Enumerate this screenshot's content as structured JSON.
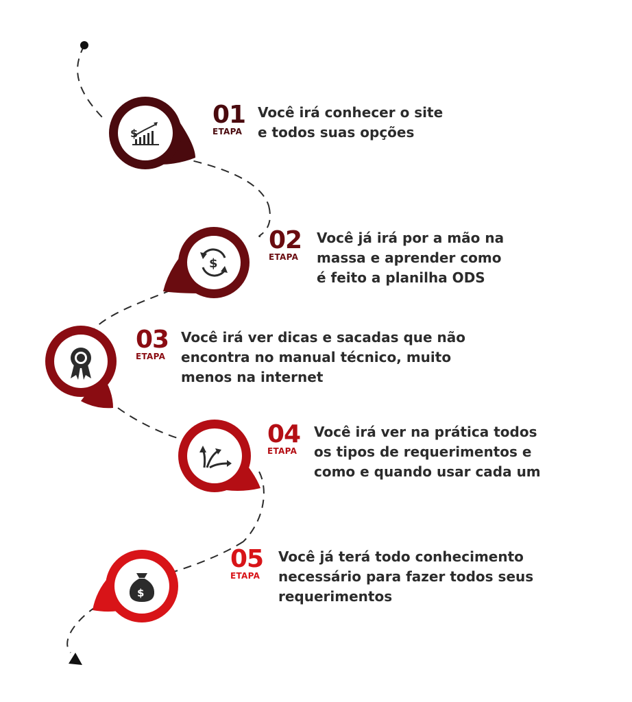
{
  "colors": {
    "text": "#2b2b2b",
    "icon": "#2b2b2b",
    "line": "#2b2b2b",
    "step1": "#4a0a0e",
    "step2": "#6a0c10",
    "step3": "#8a0c12",
    "step4": "#b40e14",
    "step5": "#d81418"
  },
  "steps": [
    {
      "number": "01",
      "tag": "ETAPA",
      "lines": [
        "Você irá conhecer o site",
        "e todos suas opções"
      ],
      "icon": "dollar-growth-chart-icon"
    },
    {
      "number": "02",
      "tag": "ETAPA",
      "lines": [
        "Você já irá por a mão na",
        "massa e aprender como",
        "é feito a planilha ODS"
      ],
      "icon": "dollar-refresh-icon"
    },
    {
      "number": "03",
      "tag": "ETAPA",
      "lines": [
        "Você irá ver dicas e sacadas que não",
        "encontra no manual técnico, muito",
        "menos na internet"
      ],
      "icon": "award-badge-icon"
    },
    {
      "number": "04",
      "tag": "ETAPA",
      "lines": [
        "Você irá ver na prática todos",
        "os tipos de requerimentos e",
        "como e quando usar cada um"
      ],
      "icon": "diverging-arrows-icon"
    },
    {
      "number": "05",
      "tag": "ETAPA",
      "lines": [
        "Você já terá todo conhecimento",
        "necessário para fazer todos seus",
        "requerimentos"
      ],
      "icon": "money-bag-icon"
    }
  ]
}
